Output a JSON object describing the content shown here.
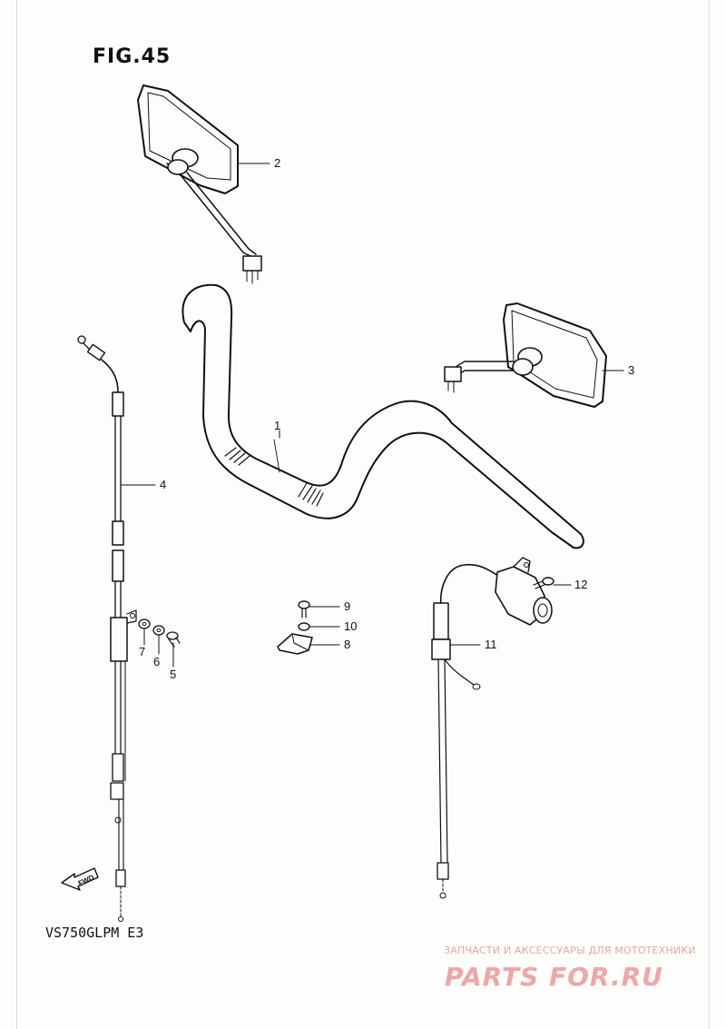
{
  "figure": {
    "title": "FIG.45",
    "model": "VS750GLPM  E3"
  },
  "callouts": [
    "1",
    "2",
    "3",
    "4",
    "5",
    "6",
    "7",
    "8",
    "9",
    "10",
    "11",
    "12"
  ],
  "fwd_arrow": {
    "label": "FWD"
  },
  "watermark": {
    "caption": "ЗАПЧАСТИ И АКСЕССУАРЫ ДЛЯ МОТОТЕХНИКИ",
    "logo": "PARTS FOR.RU",
    "color": "#e06060"
  }
}
